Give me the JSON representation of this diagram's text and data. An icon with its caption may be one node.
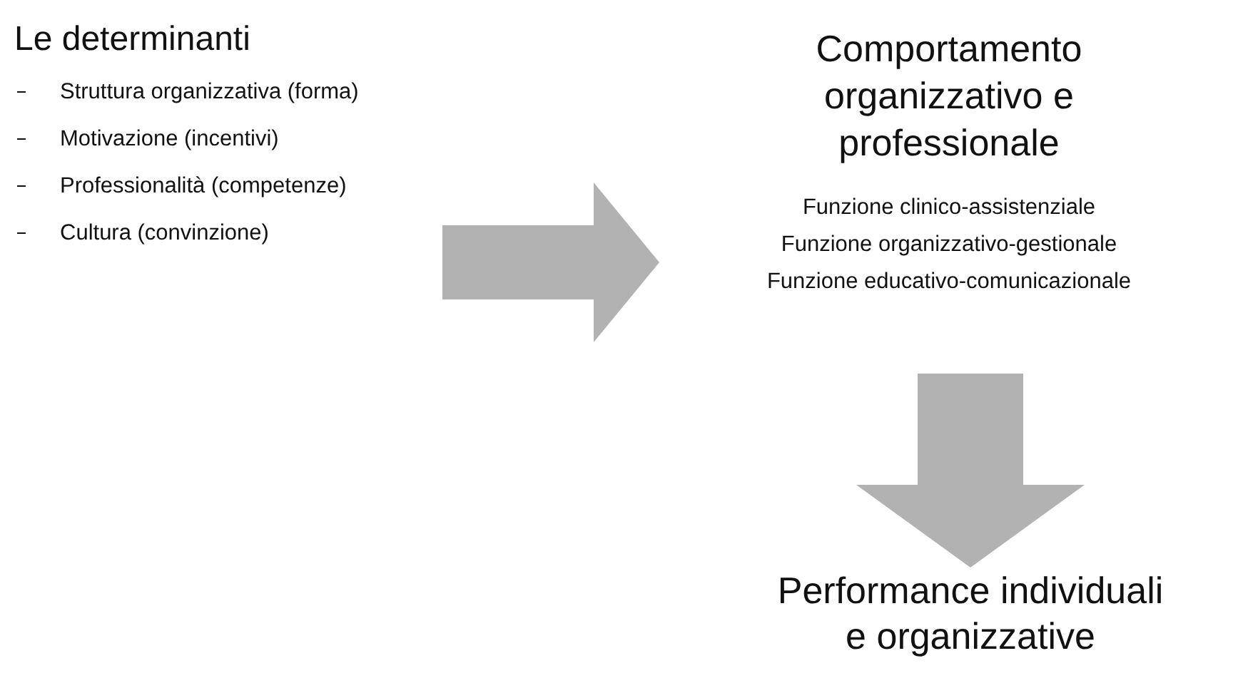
{
  "diagram": {
    "nodes": [
      {
        "text": [
          "Le determinanti",
          "Struttura organizzativa (forma)",
          "Motivazione (incentivi)",
          "Professionalità (competenze)",
          "Cultura (convinzione)"
        ]
      },
      {
        "text": [
          "Comportamento organizzativo e professionale",
          "Funzione clinico-assistenziale",
          "Funzione organizzativo-gestionale",
          "Funzione educativo-comunicazionale"
        ]
      },
      {
        "text": [
          "Performance individuali e organizzative"
        ]
      }
    ],
    "edges": [
      {
        "from": 0,
        "to": 1,
        "arrow": "to",
        "style": "thick"
      },
      {
        "from": 1,
        "to": 2,
        "arrow": "to",
        "style": "thick"
      }
    ]
  }
}
